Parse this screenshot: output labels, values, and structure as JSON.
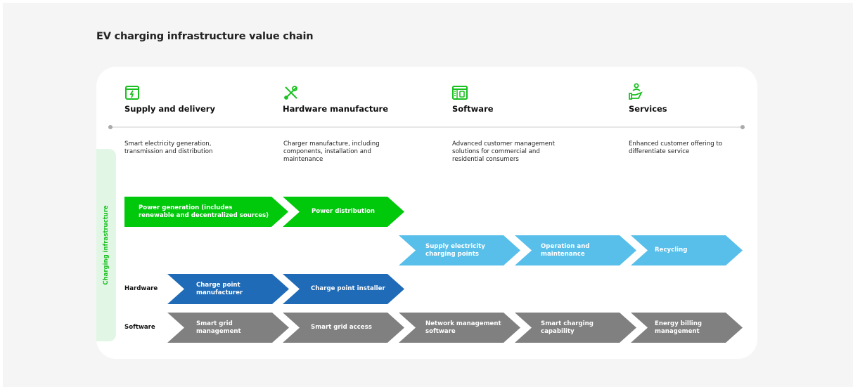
{
  "title": "EV charging infrastructure value chain",
  "columns": [
    {
      "icon": "lightning-panel-icon",
      "title": "Supply and delivery",
      "description": "Smart electricity generation, transmission and distribution"
    },
    {
      "icon": "wrench-screwdriver-icon",
      "title": "Hardware manufacture",
      "description": "Charger manufacture, including components, installation and maintenance"
    },
    {
      "icon": "software-window-icon",
      "title": "Software",
      "description": "Advanced customer management solutions for commercial and residential consumers"
    },
    {
      "icon": "hand-person-icon",
      "title": "Services",
      "description": "Enhanced customer offering to differentiate service"
    }
  ],
  "side_label": "Charging infrastructure",
  "row_labels": {
    "hardware": "Hardware",
    "software": "Software"
  },
  "colors": {
    "green": "#00c80b",
    "light_blue": "#57bfea",
    "dark_blue": "#1f6bb8",
    "gray": "#808080",
    "accent": "#19c01f"
  },
  "rows": {
    "infrastructure": [
      "Power generation (includes renewable and decentralized sources)",
      "Power distribution"
    ],
    "services": [
      "Supply electricity charging points",
      "Operation and maintenance",
      "Recycling"
    ],
    "hardware": [
      "Charge point manufacturer",
      "Charge point installer"
    ],
    "software": [
      "Smart grid management",
      "Smart grid access",
      "Network management software",
      "Smart charging capability",
      "Energy billing management"
    ]
  }
}
